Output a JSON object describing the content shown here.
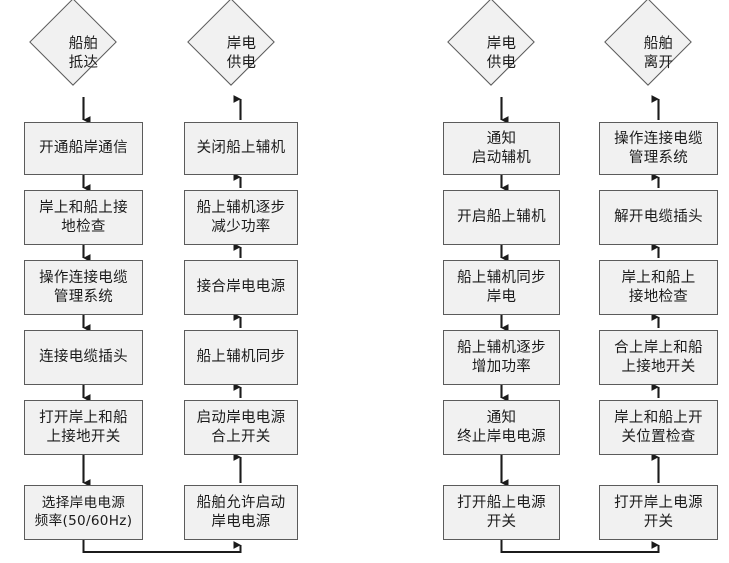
{
  "diagram": {
    "title": "",
    "type": "flowchart",
    "style": {
      "node_fill": "#f1f1f1",
      "node_border": "#5b5b5b",
      "edge_color": "#1b1b1b",
      "text_color": "#1b1b1b",
      "background": "#ffffff"
    },
    "columns": [
      {
        "id": "col-1",
        "name": "ship-arrival-connection-sequence",
        "start": {
          "name": "ship-arrives",
          "shape": "diamond",
          "text": "船舶\n抵达"
        },
        "steps": [
          {
            "name": "open-ship-shore-communication",
            "text": "开通船岸通信"
          },
          {
            "name": "shore-and-ship-ground-check",
            "text": "岸上和船上接\n地检查"
          },
          {
            "name": "operate-cable-management-system",
            "text": "操作连接电缆\n管理系统"
          },
          {
            "name": "connect-cable-plug",
            "text": "连接电缆插头"
          },
          {
            "name": "open-shore-and-ship-ground-switch",
            "text": "打开岸上和船\n上接地开关"
          },
          {
            "name": "select-shore-power-frequency",
            "text": "选择岸电电源\n频率(50/60Hz)"
          }
        ]
      },
      {
        "id": "col-2",
        "name": "shore-power-supply-sequence",
        "start": {
          "name": "shore-power-supply",
          "shape": "diamond",
          "text": "岸电\n供电"
        },
        "steps": [
          {
            "name": "shutdown-ship-auxiliary-engine",
            "text": "关闭船上辅机"
          },
          {
            "name": "ship-auxiliary-reduce-power",
            "text": "船上辅机逐步\n减少功率"
          },
          {
            "name": "connect-shore-power-source",
            "text": "接合岸电电源"
          },
          {
            "name": "ship-auxiliary-synchronize",
            "text": "船上辅机同步"
          },
          {
            "name": "start-shore-power-close-switch",
            "text": "启动岸电电源\n合上开关"
          },
          {
            "name": "ship-allows-start-shore-power",
            "text": "船舶允许启动\n岸电电源"
          }
        ]
      },
      {
        "id": "col-3",
        "name": "shore-power-termination-sequence",
        "start": {
          "name": "shore-power-supply-right",
          "shape": "diamond",
          "text": "岸电\n供电"
        },
        "steps": [
          {
            "name": "notify-start-auxiliary-engine",
            "text": "通知\n启动辅机"
          },
          {
            "name": "start-ship-auxiliary-engine",
            "text": "开启船上辅机"
          },
          {
            "name": "ship-auxiliary-sync-shore-power",
            "text": "船上辅机同步\n岸电"
          },
          {
            "name": "ship-auxiliary-increase-power",
            "text": "船上辅机逐步\n增加功率"
          },
          {
            "name": "notify-terminate-shore-power",
            "text": "通知\n终止岸电电源"
          },
          {
            "name": "open-ship-power-switch",
            "text": "打开船上电源\n开关"
          }
        ]
      },
      {
        "id": "col-4",
        "name": "ship-departure-sequence",
        "start": {
          "name": "ship-departs",
          "shape": "diamond",
          "text": "船舶\n离开"
        },
        "steps": [
          {
            "name": "operate-cable-management-system-2",
            "text": "操作连接电缆\n管理系统"
          },
          {
            "name": "disconnect-cable-plug",
            "text": "解开电缆插头"
          },
          {
            "name": "shore-and-ship-ground-check-2",
            "text": "岸上和船上\n接地检查"
          },
          {
            "name": "close-shore-and-ship-ground-switch",
            "text": "合上岸上和船\n上接地开关"
          },
          {
            "name": "shore-and-ship-switch-position-check",
            "text": "岸上和船上开\n关位置检查"
          },
          {
            "name": "open-shore-power-switch",
            "text": "打开岸上电源\n开关"
          }
        ]
      }
    ],
    "cross_links": [
      {
        "name": "link-col1-to-col2",
        "from": "select-shore-power-frequency",
        "to": "ship-allows-start-shore-power"
      },
      {
        "name": "link-col3-to-col4",
        "from": "open-ship-power-switch",
        "to": "open-shore-power-switch"
      }
    ]
  }
}
